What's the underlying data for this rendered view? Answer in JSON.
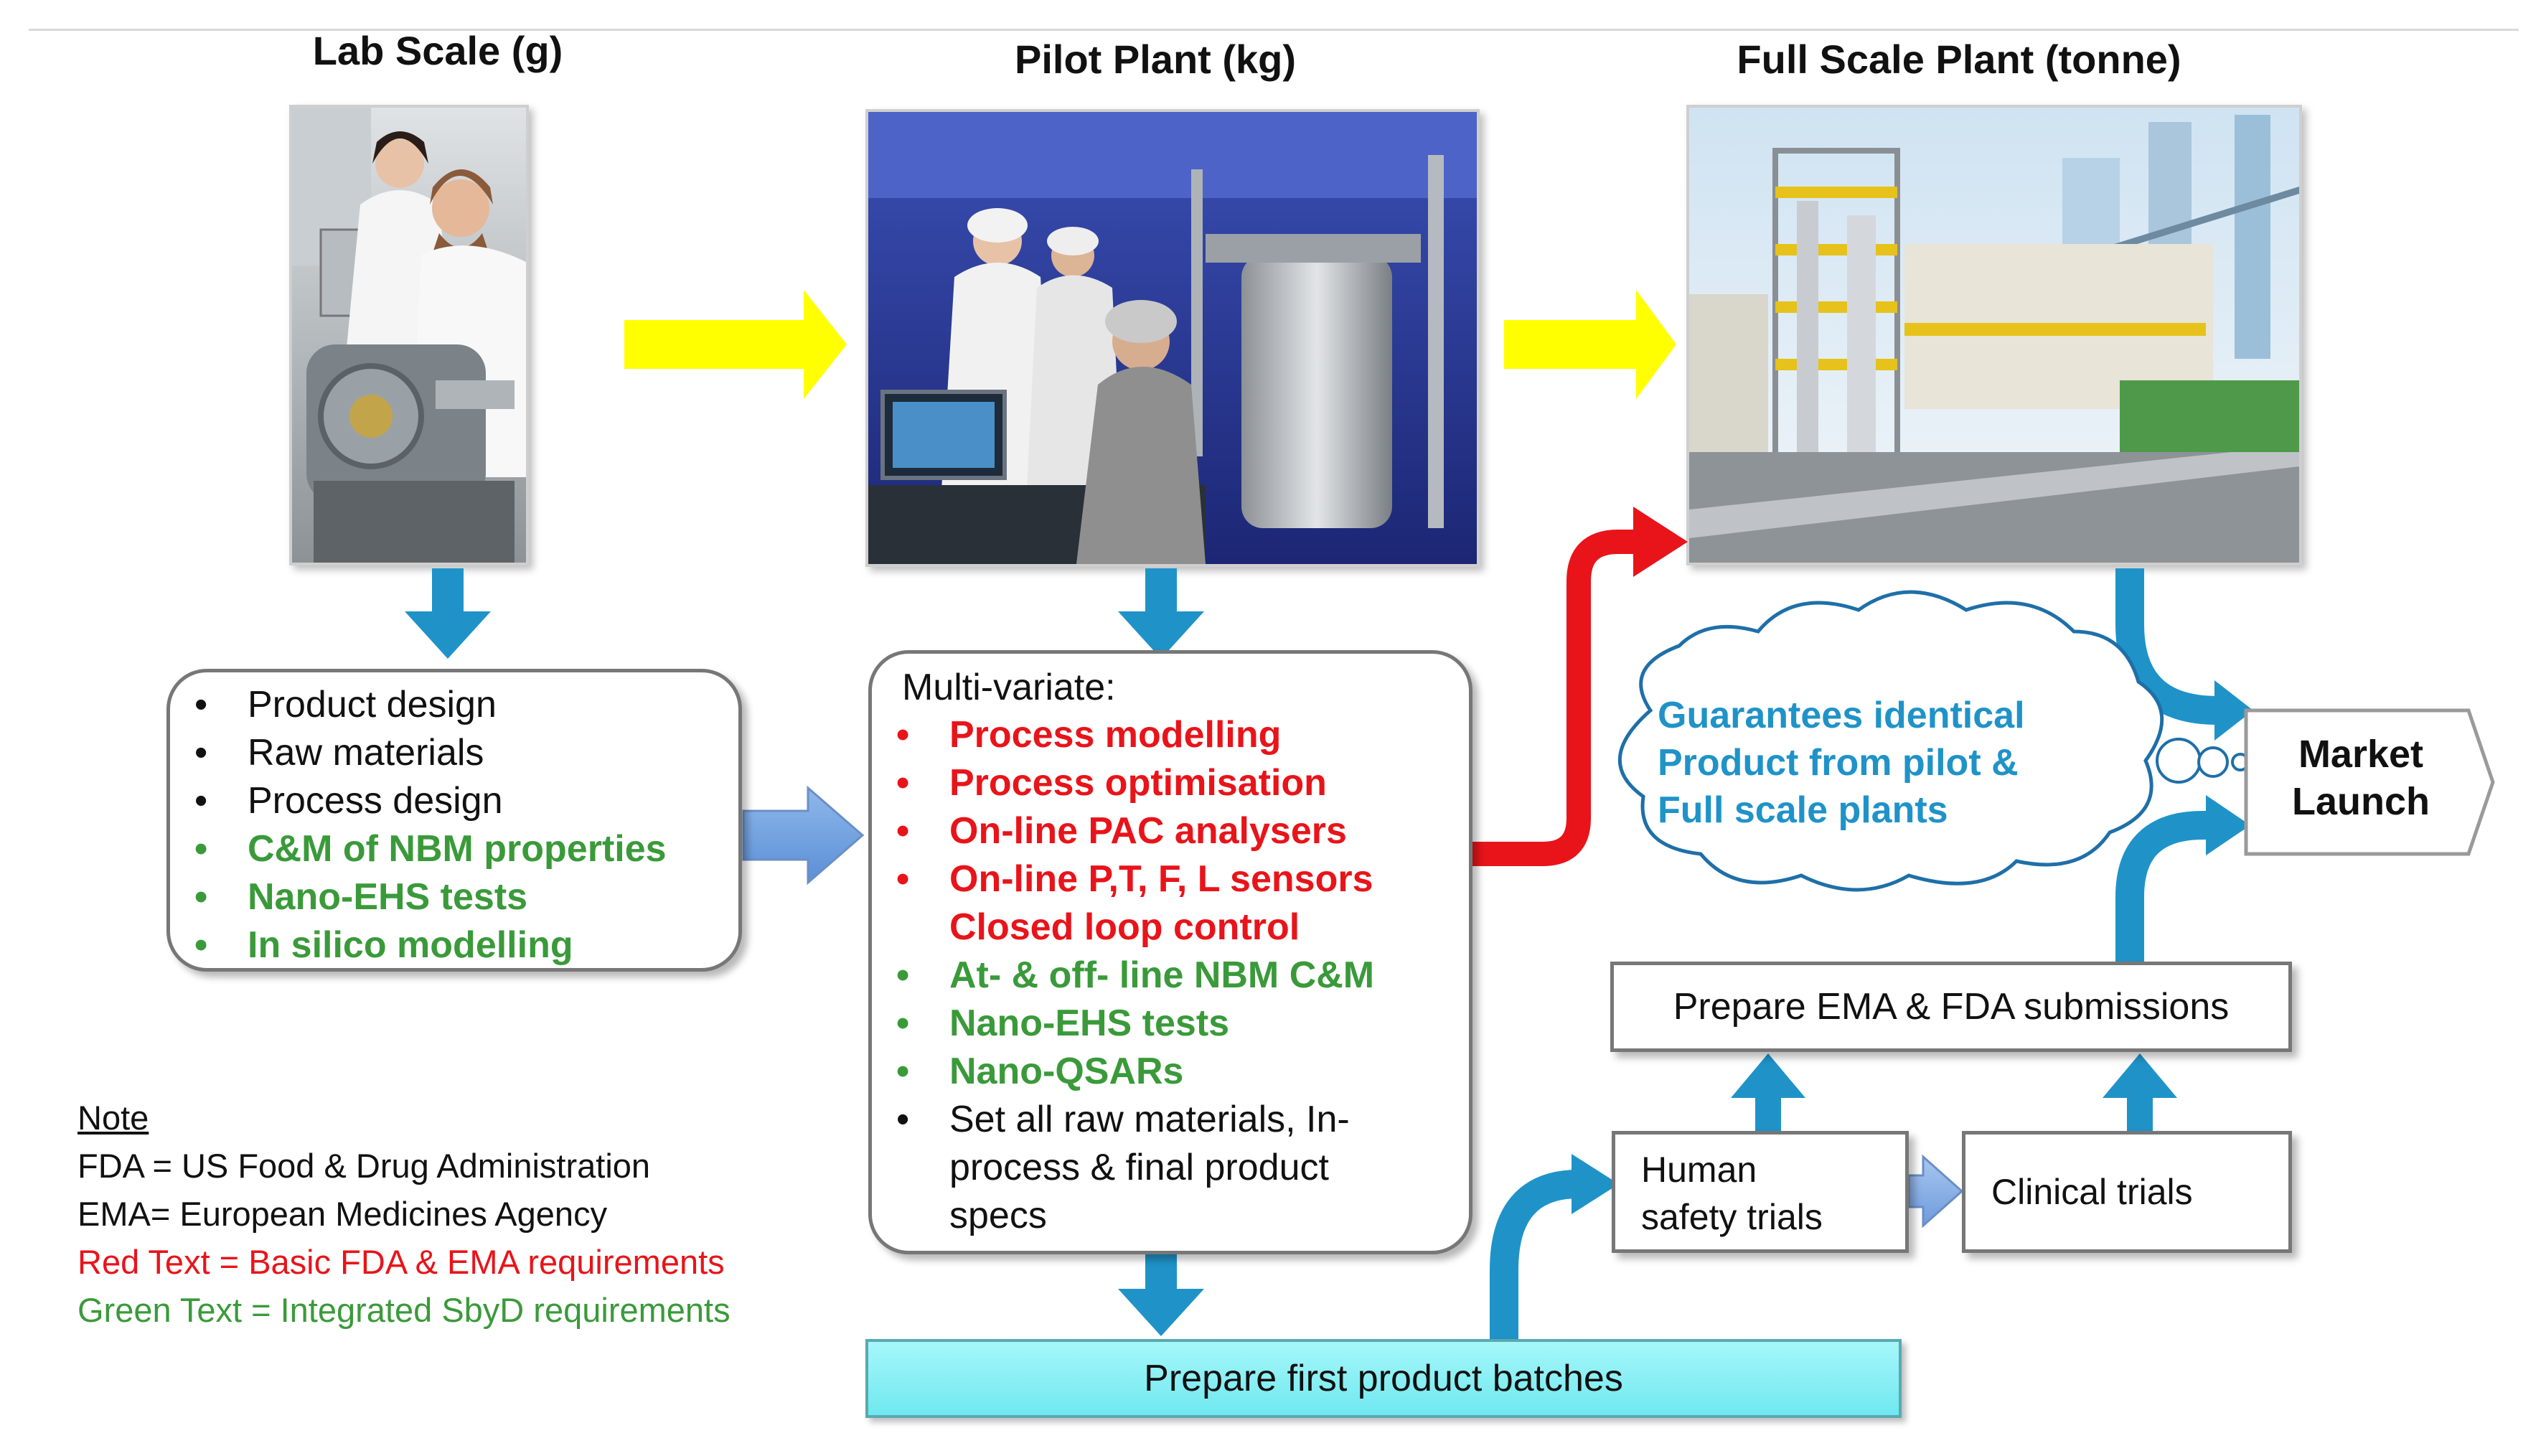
{
  "headings": {
    "lab": "Lab Scale (g)",
    "pilot": "Pilot Plant (kg)",
    "full": "Full Scale Plant (tonne)"
  },
  "lab_box": {
    "items": [
      {
        "text": "Product design",
        "color": "black"
      },
      {
        "text": "Raw materials",
        "color": "black"
      },
      {
        "text": "Process design",
        "color": "black"
      },
      {
        "text": "C&M of NBM properties",
        "color": "green"
      },
      {
        "text": "Nano-EHS tests",
        "color": "green"
      },
      {
        "text": "In silico modelling",
        "color": "green"
      }
    ]
  },
  "pilot_box": {
    "title": "Multi-variate:",
    "items": [
      {
        "text": "Process modelling",
        "color": "red",
        "bullet": true
      },
      {
        "text": "Process optimisation",
        "color": "red",
        "bullet": true
      },
      {
        "text": "On-line PAC analysers",
        "color": "red",
        "bullet": true
      },
      {
        "text": "On-line P,T, F, L sensors",
        "color": "red",
        "bullet": true
      },
      {
        "text": "Closed loop control",
        "color": "red",
        "bullet": false
      },
      {
        "text": "At- & off- line NBM C&M",
        "color": "green",
        "bullet": true
      },
      {
        "text": "Nano-EHS tests",
        "color": "green",
        "bullet": true
      },
      {
        "text": "Nano-QSARs",
        "color": "green",
        "bullet": true
      },
      {
        "text": "Set all raw materials, In-",
        "color": "black",
        "bullet": true
      },
      {
        "text": "process & final product",
        "color": "black",
        "bullet": false
      },
      {
        "text": "specs",
        "color": "black",
        "bullet": false
      }
    ]
  },
  "cloud_lines": [
    "Guarantees identical",
    "Product from pilot &",
    "Full scale plants"
  ],
  "market_launch": [
    "Market",
    "Launch"
  ],
  "prepare_submissions": "Prepare EMA & FDA submissions",
  "human_trials": [
    "Human",
    "safety trials"
  ],
  "clinical_trials": "Clinical trials",
  "first_batches": "Prepare first product batches",
  "note": {
    "title": "Note",
    "lines": [
      {
        "text": "FDA = US Food & Drug Administration",
        "color": "black"
      },
      {
        "text": "EMA= European Medicines Agency",
        "color": "black"
      },
      {
        "text": "Red Text  =  Basic FDA & EMA requirements",
        "color": "red"
      },
      {
        "text": "Green Text = Integrated SbyD requirements",
        "color": "green"
      }
    ]
  },
  "colors": {
    "red": "#e8141a",
    "green": "#3a9a3a",
    "blue_arrow": "#1f93c8",
    "yellow_arrow": "#ffff00",
    "cloud_text": "#1f93c8",
    "batches_fill": "#7ff0f5"
  },
  "icons": {
    "lab_photo": "lab-scientists-photo",
    "pilot_photo": "pilot-plant-photo",
    "full_photo": "full-scale-plant-photo"
  }
}
